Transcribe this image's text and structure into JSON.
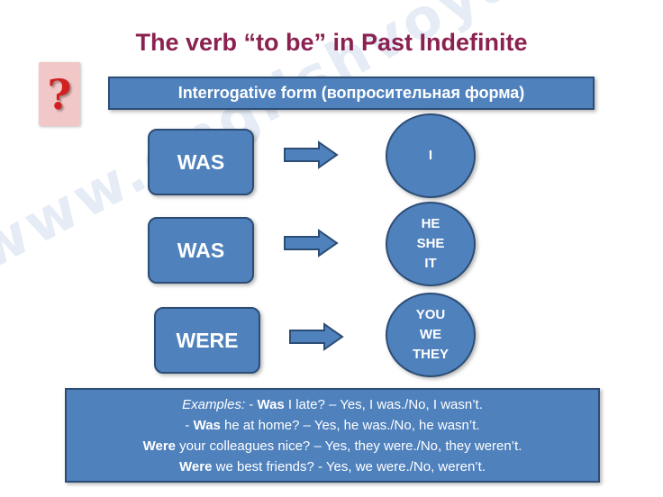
{
  "watermark": "www.englishvoyage.com",
  "title": "The verb “to be” in Past Indefinite",
  "question_mark": "?",
  "banner": "Interrogative form (вопросительная форма)",
  "rows": [
    {
      "verb": "WAS",
      "pronouns": [
        "I"
      ]
    },
    {
      "verb": "WAS",
      "pronouns": [
        "HE",
        "SHE",
        "IT"
      ]
    },
    {
      "verb": "WERE",
      "pronouns": [
        "YOU",
        "WE",
        "THEY"
      ]
    }
  ],
  "examples": {
    "label": "Examples:",
    "lines": [
      {
        "prefix": " - ",
        "verb": "Was",
        "rest": " I late? – Yes, I was./No, I wasn’t."
      },
      {
        "prefix": "- ",
        "verb": "Was",
        "rest": " he at home? – Yes, he was./No, he wasn’t."
      },
      {
        "prefix": "",
        "verb": "Were",
        "rest": " your colleagues nice? – Yes, they were./No, they weren’t."
      },
      {
        "prefix": "",
        "verb": "Were",
        "rest": " we best friends?  - Yes, we were./No, weren’t."
      }
    ]
  },
  "colors": {
    "shape_fill": "#4f81bd",
    "shape_border": "#2c4d75",
    "title": "#8b2150",
    "question_mark": "#d12020",
    "question_box": "#f2c7c7"
  }
}
